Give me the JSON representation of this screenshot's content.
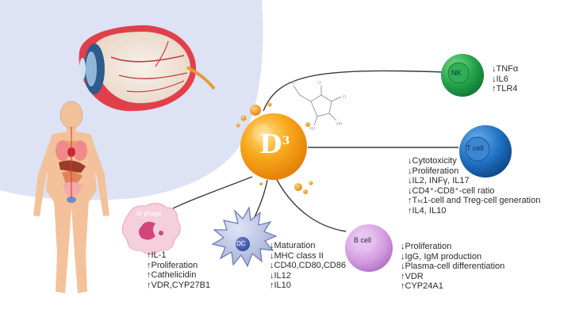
{
  "d3": {
    "letter": "D",
    "superscript": "3"
  },
  "cells": {
    "nk": {
      "label": "NK",
      "effects": [
        "↓TNFα",
        "↓IL6",
        "↑TLR4"
      ]
    },
    "t_cell": {
      "label": "T cell",
      "effects": [
        "↓Cytotoxicity",
        "↓Proliferation",
        "↓IL2, INFγ, IL17",
        "↓CD4⁺-CD8⁺-cell ratio",
        "↑Tₕ₍1-cell and Treg-cell generation",
        "↑IL4, IL10"
      ]
    },
    "b_cell": {
      "label": "B cell",
      "effects": [
        "↓Proliferation",
        "↓IgG, IgM production",
        "↓Plasma-cell differentiation",
        "↑VDR",
        "↑CYP24A1"
      ]
    },
    "dc": {
      "label": "DC",
      "effects": [
        "↓Maturation",
        "↓MHC class II",
        "↓CD40,CD80,CD86",
        "↓IL12",
        "↑IL10"
      ]
    },
    "macrophage": {
      "label": "M-phage",
      "effects": [
        "↑IL-1",
        "↑Proliferation",
        "↑Cathelicidin",
        "↑VDR,CYP27B1"
      ]
    }
  },
  "colors": {
    "nk": "#1f9a45",
    "t_cell": "#1f6fb5",
    "b_cell": "#c78ed6",
    "dc": "#9aa6cf",
    "macrophage": "#f2c9d6",
    "d3": "#f59a12",
    "background_blob": "#dfe3f5"
  }
}
